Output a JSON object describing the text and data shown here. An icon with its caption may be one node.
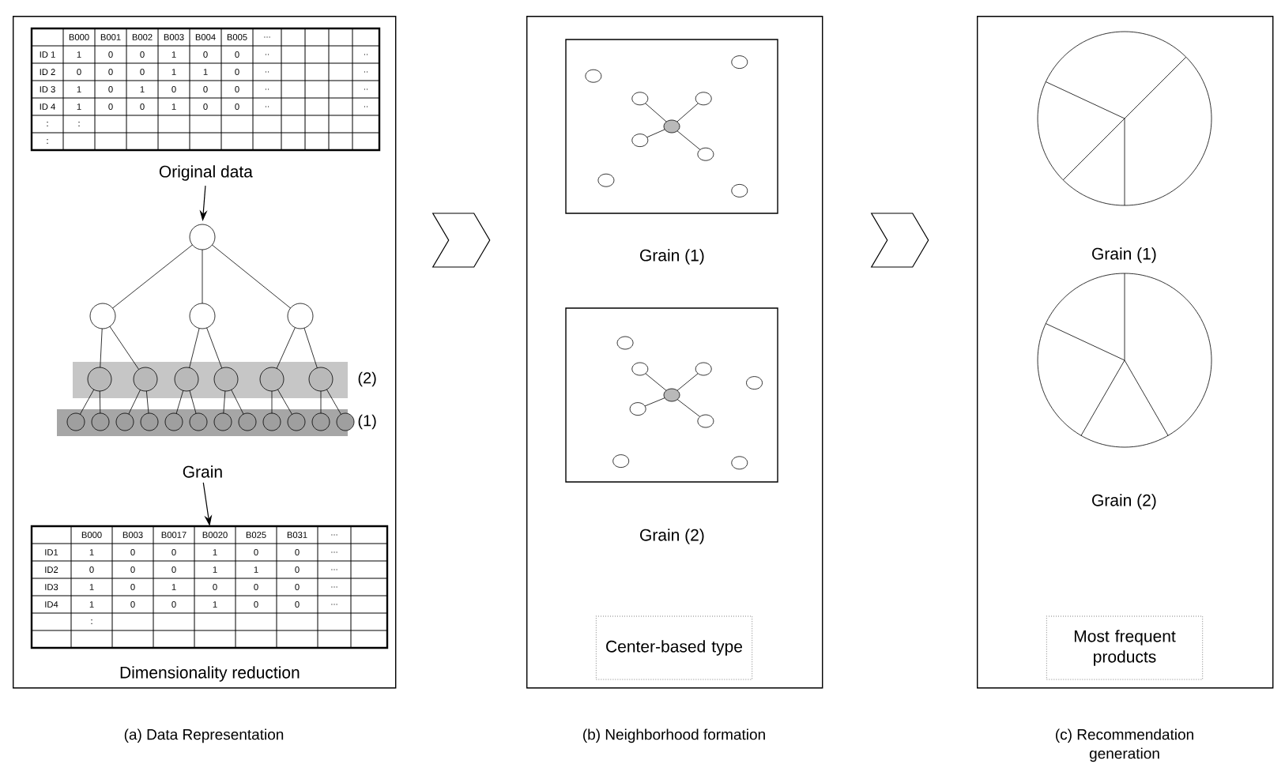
{
  "diagram": {
    "nodes": [
      {
        "text": [],
        "shape": "box",
        "beside": [
          "(a) Data Representation"
        ]
      },
      {
        "text": [
          "Original data"
        ],
        "in": 0
      },
      {
        "text": [
          "Grain"
        ],
        "in": 0,
        "beside": [
          "(2)",
          "(1)"
        ]
      },
      {
        "text": [
          "Dimensionality reduction"
        ],
        "in": 0
      },
      {
        "text": [],
        "shape": "box",
        "beside": [
          "(b) Neighborhood formation"
        ]
      },
      {
        "text": [
          "Grain (1)"
        ],
        "in": 4
      },
      {
        "text": [
          "Grain (2)"
        ],
        "in": 4
      },
      {
        "text": [
          "Center-based type"
        ],
        "in": 4
      },
      {
        "text": [],
        "shape": "box",
        "beside": [
          "(c) Recommendation generation"
        ]
      },
      {
        "text": [
          "Grain (1)"
        ],
        "in": 8
      },
      {
        "text": [
          "Grain (2)"
        ],
        "in": 8
      },
      {
        "text": [
          "Most frequent products"
        ],
        "in": 8
      }
    ],
    "edges": [
      {
        "from": 1,
        "to": 2,
        "arrow": "to"
      },
      {
        "from": 2,
        "to": 3,
        "arrow": "to"
      },
      {
        "from": 0,
        "to": 4,
        "arrow": "to"
      },
      {
        "from": 4,
        "to": 8,
        "arrow": "to"
      }
    ],
    "labels": [
      "B000",
      "B001",
      "B002",
      "B003",
      "B004",
      "B005",
      "...",
      "ID 1",
      "1",
      "0",
      "0",
      "1",
      "0",
      "0",
      "..",
      "..",
      "ID 2",
      "0",
      "0",
      "0",
      "1",
      "1",
      "0",
      "..",
      "..",
      "ID 3",
      "1",
      "0",
      "1",
      "0",
      "0",
      "0",
      "..",
      "..",
      "ID 4",
      "1",
      "0",
      "0",
      "1",
      "0",
      "0",
      "..",
      "..",
      ":",
      ":",
      ":",
      "B000",
      "B003",
      "B0017",
      "B0020",
      "B025",
      "B031",
      "...",
      "ID1",
      "1",
      "0",
      "0",
      "1",
      "0",
      "0",
      "...",
      "ID2",
      "0",
      "0",
      "0",
      "1",
      "1",
      "0",
      "...",
      "ID3",
      "1",
      "0",
      "1",
      "0",
      "0",
      "0",
      "...",
      "ID4",
      "1",
      "0",
      "0",
      "1",
      "0",
      "0",
      "...",
      ":"
    ]
  }
}
